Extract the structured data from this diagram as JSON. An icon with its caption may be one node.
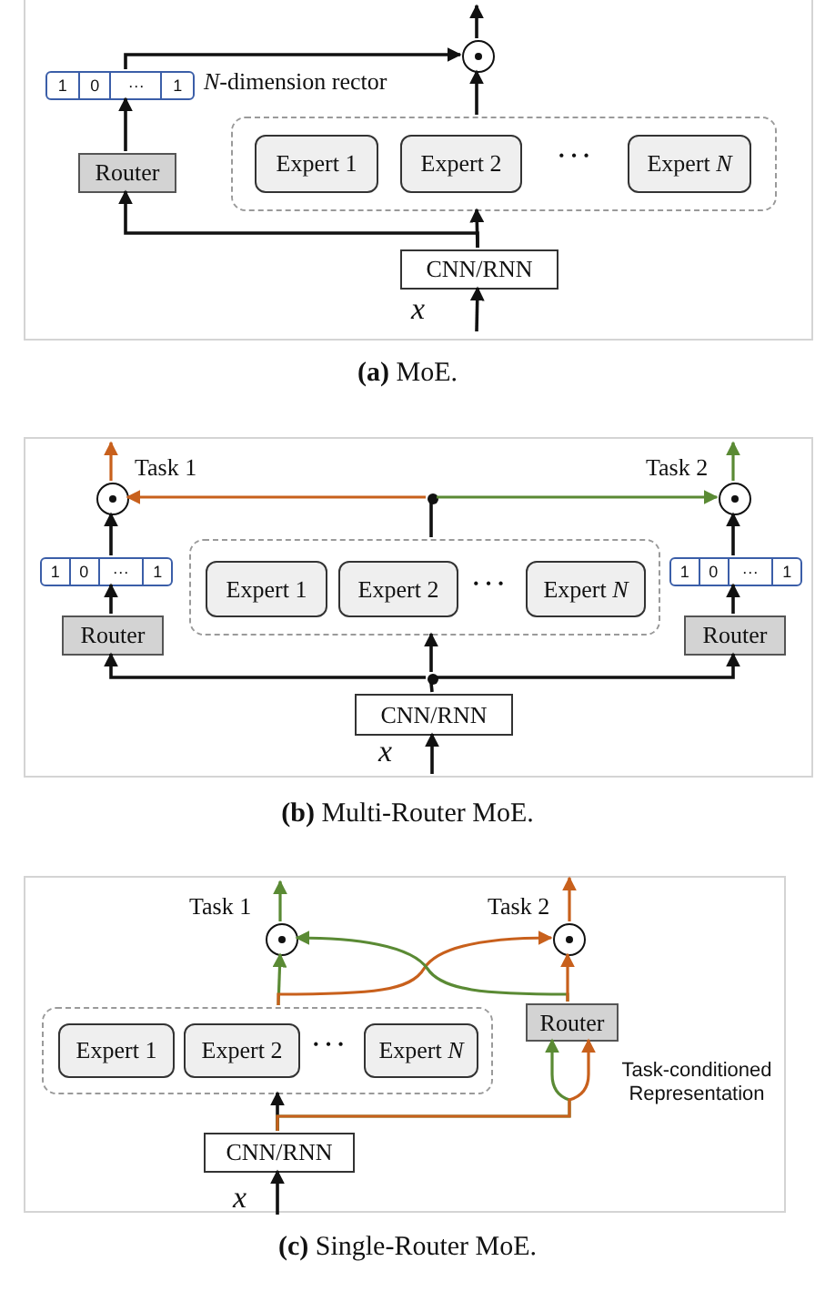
{
  "diagram": {
    "nodes": [
      {
        "text": [],
        "shape": "box",
        "beside": [
          "**(a)** MoE."
        ]
      },
      {
        "text": [
          "1",
          "0",
          "···",
          "1"
        ],
        "in": 0,
        "beside": [
          "*N*-dimension rector"
        ]
      },
      {
        "text": [],
        "shape": "circle",
        "in": 0
      },
      {
        "text": [
          "Router"
        ],
        "in": 0
      },
      {
        "text": [],
        "shape": "box",
        "in": 0
      },
      {
        "text": [
          "Expert 1"
        ],
        "in": 4
      },
      {
        "text": [
          "Expert 2"
        ],
        "in": 4
      },
      {
        "text": [
          "Expert *N*"
        ],
        "in": 4
      },
      {
        "text": [
          "CNN/RNN"
        ],
        "in": 0
      },
      {
        "text": [],
        "shape": "box",
        "beside": [
          "**(b)** Multi-Router MoE."
        ]
      },
      {
        "text": [],
        "shape": "circle",
        "in": 9,
        "beside": [
          "Task 1"
        ]
      },
      {
        "text": [],
        "shape": "dot",
        "in": 9
      },
      {
        "text": [],
        "shape": "circle",
        "in": 9,
        "beside": [
          "Task 2"
        ]
      },
      {
        "text": [
          "1",
          "0",
          "···",
          "1"
        ],
        "in": 9
      },
      {
        "text": [
          "1",
          "0",
          "···",
          "1"
        ],
        "in": 9
      },
      {
        "text": [],
        "shape": "box",
        "in": 9
      },
      {
        "text": [
          "Expert 1"
        ],
        "in": 15
      },
      {
        "text": [
          "Expert 2"
        ],
        "in": 15
      },
      {
        "text": [
          "Expert *N*"
        ],
        "in": 15
      },
      {
        "text": [
          "Router"
        ],
        "in": 9
      },
      {
        "text": [
          "Router"
        ],
        "in": 9
      },
      {
        "text": [],
        "shape": "dot",
        "in": 9
      },
      {
        "text": [
          "CNN/RNN"
        ],
        "in": 9
      },
      {
        "text": [],
        "shape": "box",
        "beside": [
          "**(c)** Single-Router MoE."
        ]
      },
      {
        "text": [],
        "shape": "circle",
        "in": 23,
        "beside": [
          "Task 1"
        ]
      },
      {
        "text": [],
        "shape": "circle",
        "in": 23,
        "beside": [
          "Task 2"
        ]
      },
      {
        "text": [
          "Router"
        ],
        "in": 23
      },
      {
        "text": [],
        "shape": "box",
        "in": 23
      },
      {
        "text": [
          "Expert 1"
        ],
        "in": 27
      },
      {
        "text": [
          "Expert 2"
        ],
        "in": 27
      },
      {
        "text": [
          "Expert *N*"
        ],
        "in": 27
      },
      {
        "text": [
          "CNN/RNN"
        ],
        "in": 23
      }
    ],
    "edges": [
      {
        "from": null,
        "to": 8,
        "arrow": "to"
      },
      {
        "from": 8,
        "to": 4,
        "arrow": "to"
      },
      {
        "from": 8,
        "to": 3,
        "arrow": "to"
      },
      {
        "from": 3,
        "to": 1,
        "arrow": "to"
      },
      {
        "from": 1,
        "to": 2,
        "arrow": "to"
      },
      {
        "from": 4,
        "to": 2,
        "arrow": "to"
      },
      {
        "from": 2,
        "to": null,
        "arrow": "to"
      },
      {
        "from": null,
        "to": 22,
        "arrow": "to"
      },
      {
        "from": 22,
        "to": 21,
        "arrow": "none"
      },
      {
        "from": 21,
        "to": 19,
        "arrow": "to"
      },
      {
        "from": 21,
        "to": 15,
        "arrow": "to"
      },
      {
        "from": 21,
        "to": 20,
        "arrow": "to"
      },
      {
        "from": 19,
        "to": 13,
        "arrow": "to"
      },
      {
        "from": 20,
        "to": 14,
        "arrow": "to"
      },
      {
        "from": 13,
        "to": 10,
        "arrow": "to"
      },
      {
        "from": 14,
        "to": 12,
        "arrow": "to"
      },
      {
        "from": 15,
        "to": 11,
        "arrow": "none"
      },
      {
        "from": 11,
        "to": 10,
        "arrow": "to",
        "color": "#c8601c"
      },
      {
        "from": 11,
        "to": 12,
        "arrow": "to",
        "color": "#5a8a34"
      },
      {
        "from": 10,
        "to": null,
        "arrow": "to",
        "color": "#c8601c"
      },
      {
        "from": 12,
        "to": null,
        "arrow": "to",
        "color": "#5a8a34"
      },
      {
        "from": null,
        "to": 31,
        "arrow": "to"
      },
      {
        "from": 31,
        "to": 27,
        "arrow": "to"
      },
      {
        "from": 31,
        "to": 26,
        "arrow": "to",
        "color": "#5a8a34"
      },
      {
        "from": 31,
        "to": 26,
        "arrow": "to",
        "color": "#c8601c"
      },
      {
        "from": 27,
        "to": 24,
        "arrow": "to",
        "color": "#5a8a34"
      },
      {
        "from": 27,
        "to": 25,
        "arrow": "to",
        "color": "#c8601c"
      },
      {
        "from": 26,
        "to": 24,
        "arrow": "to",
        "color": "#5a8a34"
      },
      {
        "from": 26,
        "to": 25,
        "arrow": "to",
        "color": "#c8601c"
      },
      {
        "from": 24,
        "to": null,
        "arrow": "to",
        "color": "#5a8a34"
      },
      {
        "from": 25,
        "to": null,
        "arrow": "to",
        "color": "#c8601c"
      }
    ],
    "labels": [
      "• • •",
      "x",
      "• • •",
      "x",
      "• • •",
      "Task-conditioned Representation",
      "x"
    ]
  }
}
